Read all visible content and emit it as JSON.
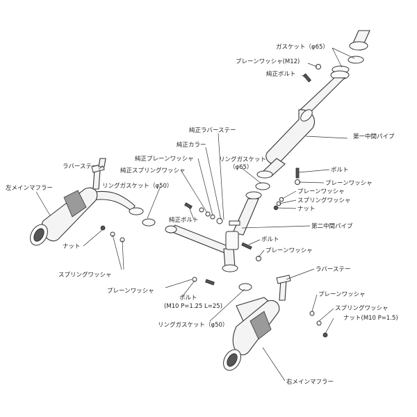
{
  "labels": {
    "gasket_65": "ガスケット（φ65）",
    "plain_washer_m12": "プレーンワッシャ(M12)",
    "genuine_bolt_top": "純正ボルト",
    "first_middle_pipe": "第一中間パイプ",
    "genuine_rubber_stay": "純正ラバーステー",
    "genuine_collar": "純正カラー",
    "ring_gasket_65": "リングガスケット",
    "ring_gasket_65_size": "（φ65）",
    "genuine_plain_washer": "純正プレーンワッシャ",
    "genuine_spring_washer": "純正スプリングワッシャ",
    "rubber_stay_left": "ラバーステー",
    "ring_gasket_50_top": "リングガスケット（φ50）",
    "left_main_muffler": "左メインマフラー",
    "genuine_bolt_mid": "純正ボルト",
    "bolt_right_upper": "ボルト",
    "plain_washer_right_upper": "プレーンワッシャ",
    "plain_washer_right_2": "プレーンワッシャ",
    "spring_washer_right_2": "スプリングワッシャ",
    "nut_right_2": "ナット",
    "second_middle_pipe": "第二中間パイプ",
    "nut_left": "ナット",
    "bolt_center": "ボルト",
    "plain_washer_center": "プレーンワッシャ",
    "spring_washer_left": "スプリングワッシャ",
    "rubber_stay_right": "ラバーステー",
    "plain_washer_left": "プレーンワッシャ",
    "bolt_bottom": "ボルト",
    "bolt_bottom_spec": "(M10 P=1.25 L=25)",
    "plain_washer_right_lower": "プレーンワッシャ",
    "spring_washer_right_lower": "スプリングワッシャ",
    "nut_m10": "ナット(M10 P=1.5)",
    "ring_gasket_50_bottom": "リングガスケット（φ50）",
    "right_main_muffler": "右メインマフラー"
  }
}
